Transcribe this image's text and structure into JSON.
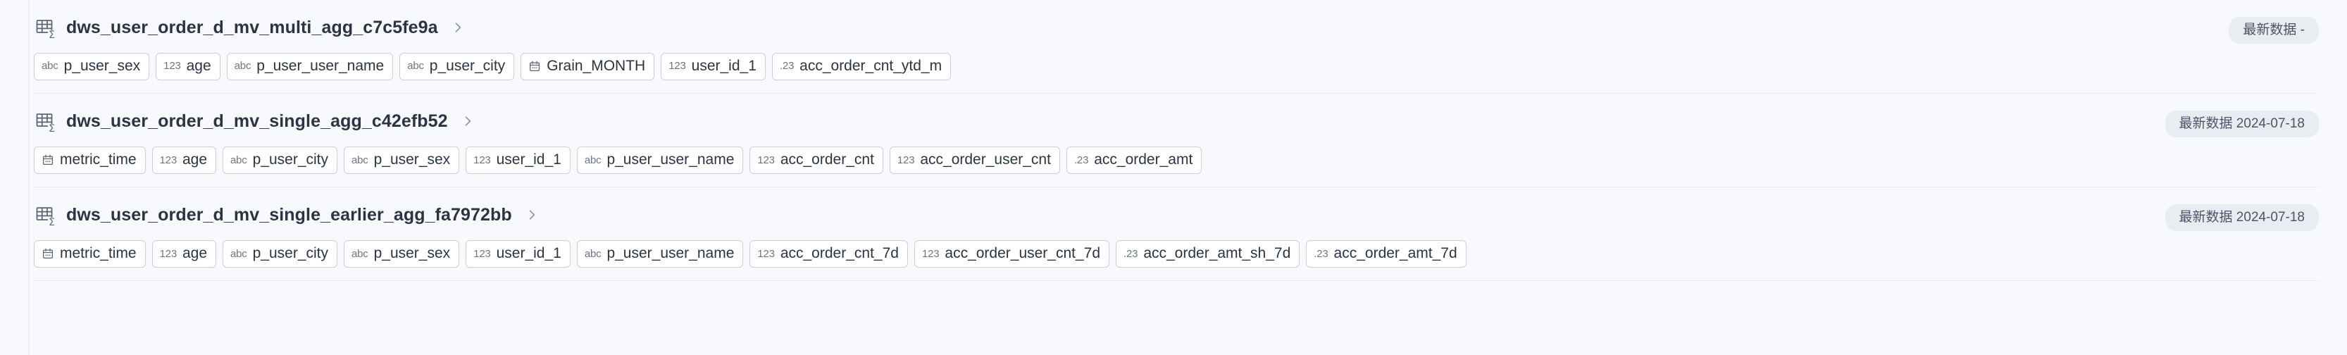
{
  "rows": [
    {
      "icon": "table-sum-icon",
      "title": "dws_user_order_d_mv_multi_agg_c7c5fe9a",
      "chevron": "chevron-right-icon",
      "badge": "最新数据 -",
      "fields": [
        {
          "type": "abc",
          "name": "p_user_sex"
        },
        {
          "type": "123",
          "name": "age"
        },
        {
          "type": "abc",
          "name": "p_user_user_name"
        },
        {
          "type": "abc",
          "name": "p_user_city"
        },
        {
          "type": "calendar",
          "name": "Grain_MONTH"
        },
        {
          "type": "123",
          "name": "user_id_1"
        },
        {
          "type": ".23",
          "name": "acc_order_cnt_ytd_m"
        }
      ]
    },
    {
      "icon": "table-sum-icon",
      "title": "dws_user_order_d_mv_single_agg_c42efb52",
      "chevron": "chevron-right-icon",
      "badge": "最新数据 2024-07-18",
      "fields": [
        {
          "type": "calendar",
          "name": "metric_time"
        },
        {
          "type": "123",
          "name": "age"
        },
        {
          "type": "abc",
          "name": "p_user_city"
        },
        {
          "type": "abc",
          "name": "p_user_sex"
        },
        {
          "type": "123",
          "name": "user_id_1"
        },
        {
          "type": "abc",
          "name": "p_user_user_name"
        },
        {
          "type": "123",
          "name": "acc_order_cnt"
        },
        {
          "type": "123",
          "name": "acc_order_user_cnt"
        },
        {
          "type": ".23",
          "name": "acc_order_amt"
        }
      ]
    },
    {
      "icon": "table-sum-icon",
      "title": "dws_user_order_d_mv_single_earlier_agg_fa7972bb",
      "chevron": "chevron-right-icon",
      "badge": "最新数据 2024-07-18",
      "fields": [
        {
          "type": "calendar",
          "name": "metric_time"
        },
        {
          "type": "123",
          "name": "age"
        },
        {
          "type": "abc",
          "name": "p_user_city"
        },
        {
          "type": "abc",
          "name": "p_user_sex"
        },
        {
          "type": "123",
          "name": "user_id_1"
        },
        {
          "type": "abc",
          "name": "p_user_user_name"
        },
        {
          "type": "123",
          "name": "acc_order_cnt_7d"
        },
        {
          "type": "123",
          "name": "acc_order_user_cnt_7d"
        },
        {
          "type": ".23",
          "name": "acc_order_amt_sh_7d"
        },
        {
          "type": ".23",
          "name": "acc_order_amt_7d"
        }
      ]
    }
  ],
  "colors": {
    "background": "#f7f9fc",
    "tag_border": "#c9d0da",
    "tag_bg": "#ffffff",
    "badge_bg": "#e9ecf1",
    "badge_text": "#4a5568",
    "title_text": "#2b3445",
    "type_text": "#6b7685",
    "divider": "#e9edf2"
  }
}
